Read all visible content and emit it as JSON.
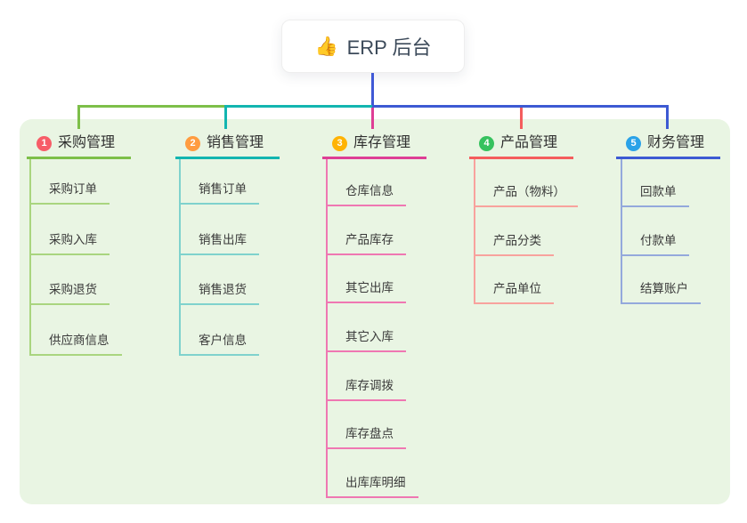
{
  "root": {
    "icon": "thumbs-up-icon",
    "icon_glyph": "👍",
    "label": "ERP 后台"
  },
  "colors": {
    "canvas_bg": "#ffffff",
    "panel_bg": "#e9f5e3",
    "root_connector": "#4059d6",
    "root_text": "#3c4a5a"
  },
  "branches": [
    {
      "number": "1",
      "label": "采购管理",
      "badge_color": "#f75d68",
      "line_color": "#7dbf49",
      "child_line_color": "#a9d57f",
      "children": [
        "采购订单",
        "采购入库",
        "采购退货",
        "供应商信息"
      ]
    },
    {
      "number": "2",
      "label": "销售管理",
      "badge_color": "#ff9c40",
      "line_color": "#12b5b0",
      "child_line_color": "#7fd2cd",
      "children": [
        "销售订单",
        "销售出库",
        "销售退货",
        "客户信息"
      ]
    },
    {
      "number": "3",
      "label": "库存管理",
      "badge_color": "#ffb303",
      "line_color": "#de3e95",
      "child_line_color": "#ef77b2",
      "children": [
        "仓库信息",
        "产品库存",
        "其它出库",
        "其它入库",
        "库存调拨",
        "库存盘点",
        "出库库明细"
      ]
    },
    {
      "number": "4",
      "label": "产品管理",
      "badge_color": "#36c25e",
      "line_color": "#f45d5d",
      "child_line_color": "#f8a29d",
      "children": [
        "产品（物料）",
        "产品分类",
        "产品单位"
      ]
    },
    {
      "number": "5",
      "label": "财务管理",
      "badge_color": "#2aa2e8",
      "line_color": "#3d5ad3",
      "child_line_color": "#94a9dc",
      "children": [
        "回款单",
        "付款单",
        "结算账户"
      ]
    }
  ]
}
